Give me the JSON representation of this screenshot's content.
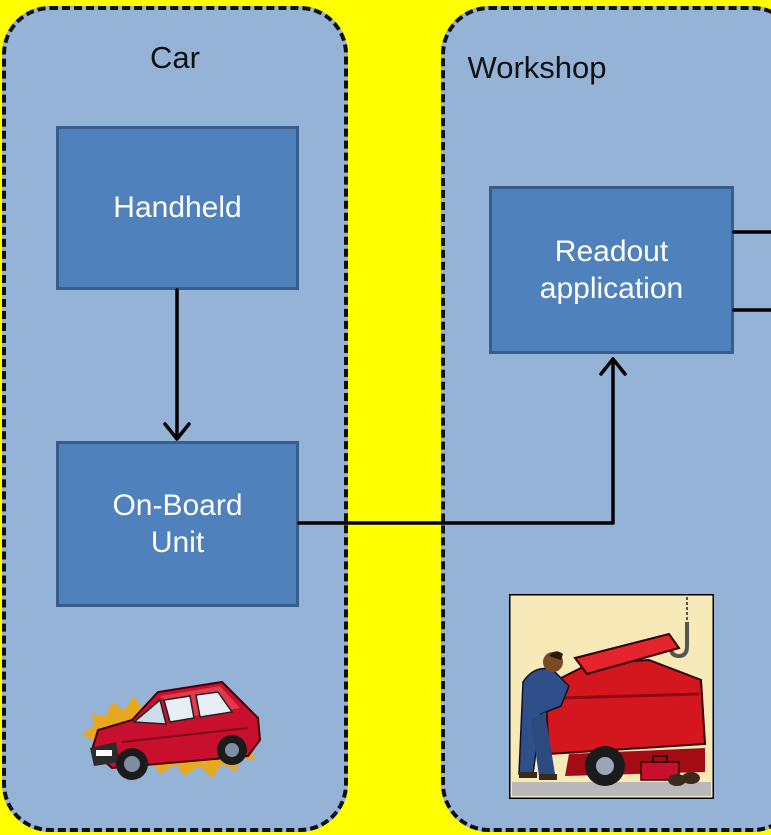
{
  "lanes": {
    "car": {
      "title": "Car"
    },
    "workshop": {
      "title": "Workshop"
    }
  },
  "boxes": {
    "handheld": "Handheld",
    "obu_line1": "On-Board",
    "obu_line2": "Unit",
    "readout_line1": "Readout",
    "readout_line2": "application"
  },
  "colors": {
    "background": "#ffff00",
    "lane_fill": "#95b3d7",
    "box_fill": "#4f81bd",
    "box_border": "#385d8a",
    "line": "#000000"
  },
  "icons": {
    "car": "red-car-clipart",
    "workshop": "mechanic-repairing-car-clipart"
  }
}
